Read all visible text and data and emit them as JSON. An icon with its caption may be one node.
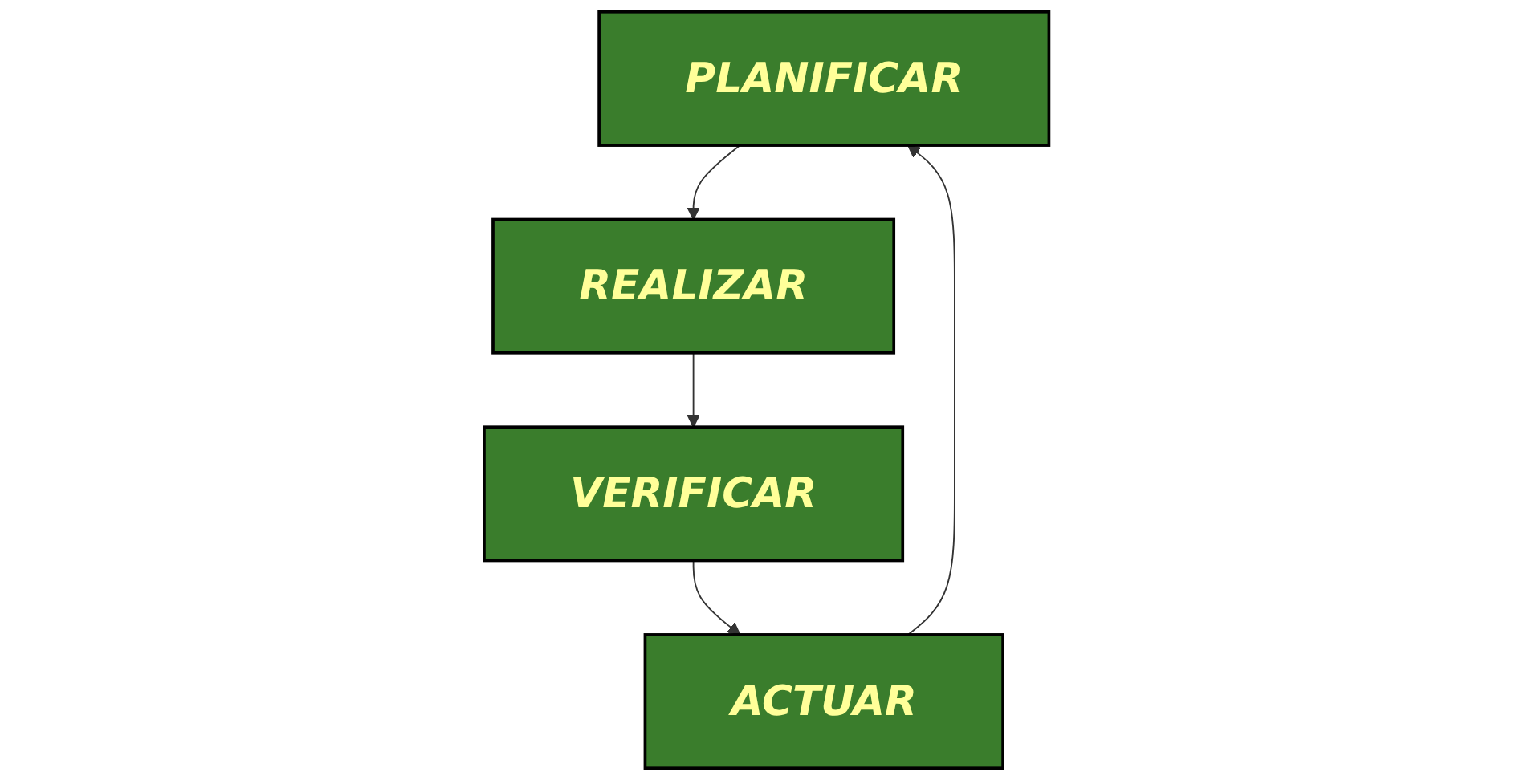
{
  "diagram": {
    "nodes": [
      {
        "text": [
          "PLANIFICAR"
        ]
      },
      {
        "text": [
          "REALIZAR"
        ]
      },
      {
        "text": [
          "VERIFICAR"
        ]
      },
      {
        "text": [
          "ACTUAR"
        ]
      }
    ],
    "edges": [
      {
        "from": 0,
        "to": 1,
        "arrow": "to"
      },
      {
        "from": 1,
        "to": 2,
        "arrow": "to"
      },
      {
        "from": 2,
        "to": 3,
        "arrow": "to"
      },
      {
        "from": 3,
        "to": 0,
        "arrow": "to"
      }
    ]
  }
}
